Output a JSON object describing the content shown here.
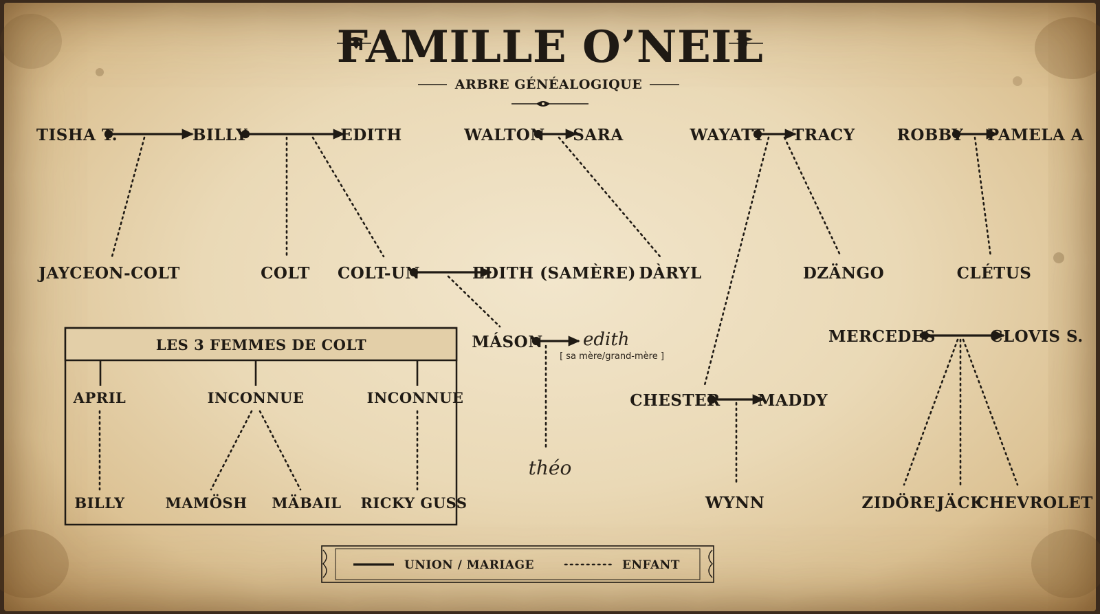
{
  "header": {
    "title": "FAMILLE O’NEIL",
    "subtitle": "ARBRE GÉNÉALOGIQUE"
  },
  "people": {
    "tisha": "TISHA T.",
    "billy_top": "BILLY",
    "edith_top": "EDITH",
    "walton": "WALTON",
    "sara": "SARA",
    "wayatt": "WAYATT",
    "tracy": "TRACY",
    "robby": "ROBBY",
    "pamela": "PAMELA A",
    "jayceon": "JAYCEON-COLT",
    "colt": "COLT",
    "colt_un": "COLT-UN",
    "edith_samere": "EDITH (SAMÈRE)",
    "daryl": "DÀRYL",
    "dzango": "DZÄNGO",
    "cletus": "CLÉTUS",
    "mason": "MÁSON",
    "edith_script": "edith",
    "edith_note": "[ sa mère/grand-mère ]",
    "theo": "théo",
    "chester": "CHESTER",
    "maddy": "MADDY",
    "wynn": "WYNN",
    "mercedes": "MERCEDES",
    "clovis": "CLOVIS S.",
    "zidore": "ZIDÖRE",
    "jack": "JÄCK",
    "chevrolet": "CHEVROLET"
  },
  "colt_box": {
    "title": "LES 3 FEMMES DE COLT",
    "mothers": [
      "APRIL",
      "INCONNUE",
      "INCONNUE"
    ],
    "children": [
      "BILLY",
      "MAMÖSH",
      "MÄBAIL",
      "RICKY GUSS"
    ]
  },
  "legend": {
    "union_label": "UNION / MARIAGE",
    "child_label": "ENFANT"
  },
  "colors": {
    "ink": "#1f1a14",
    "paper": "#ead9b6"
  }
}
